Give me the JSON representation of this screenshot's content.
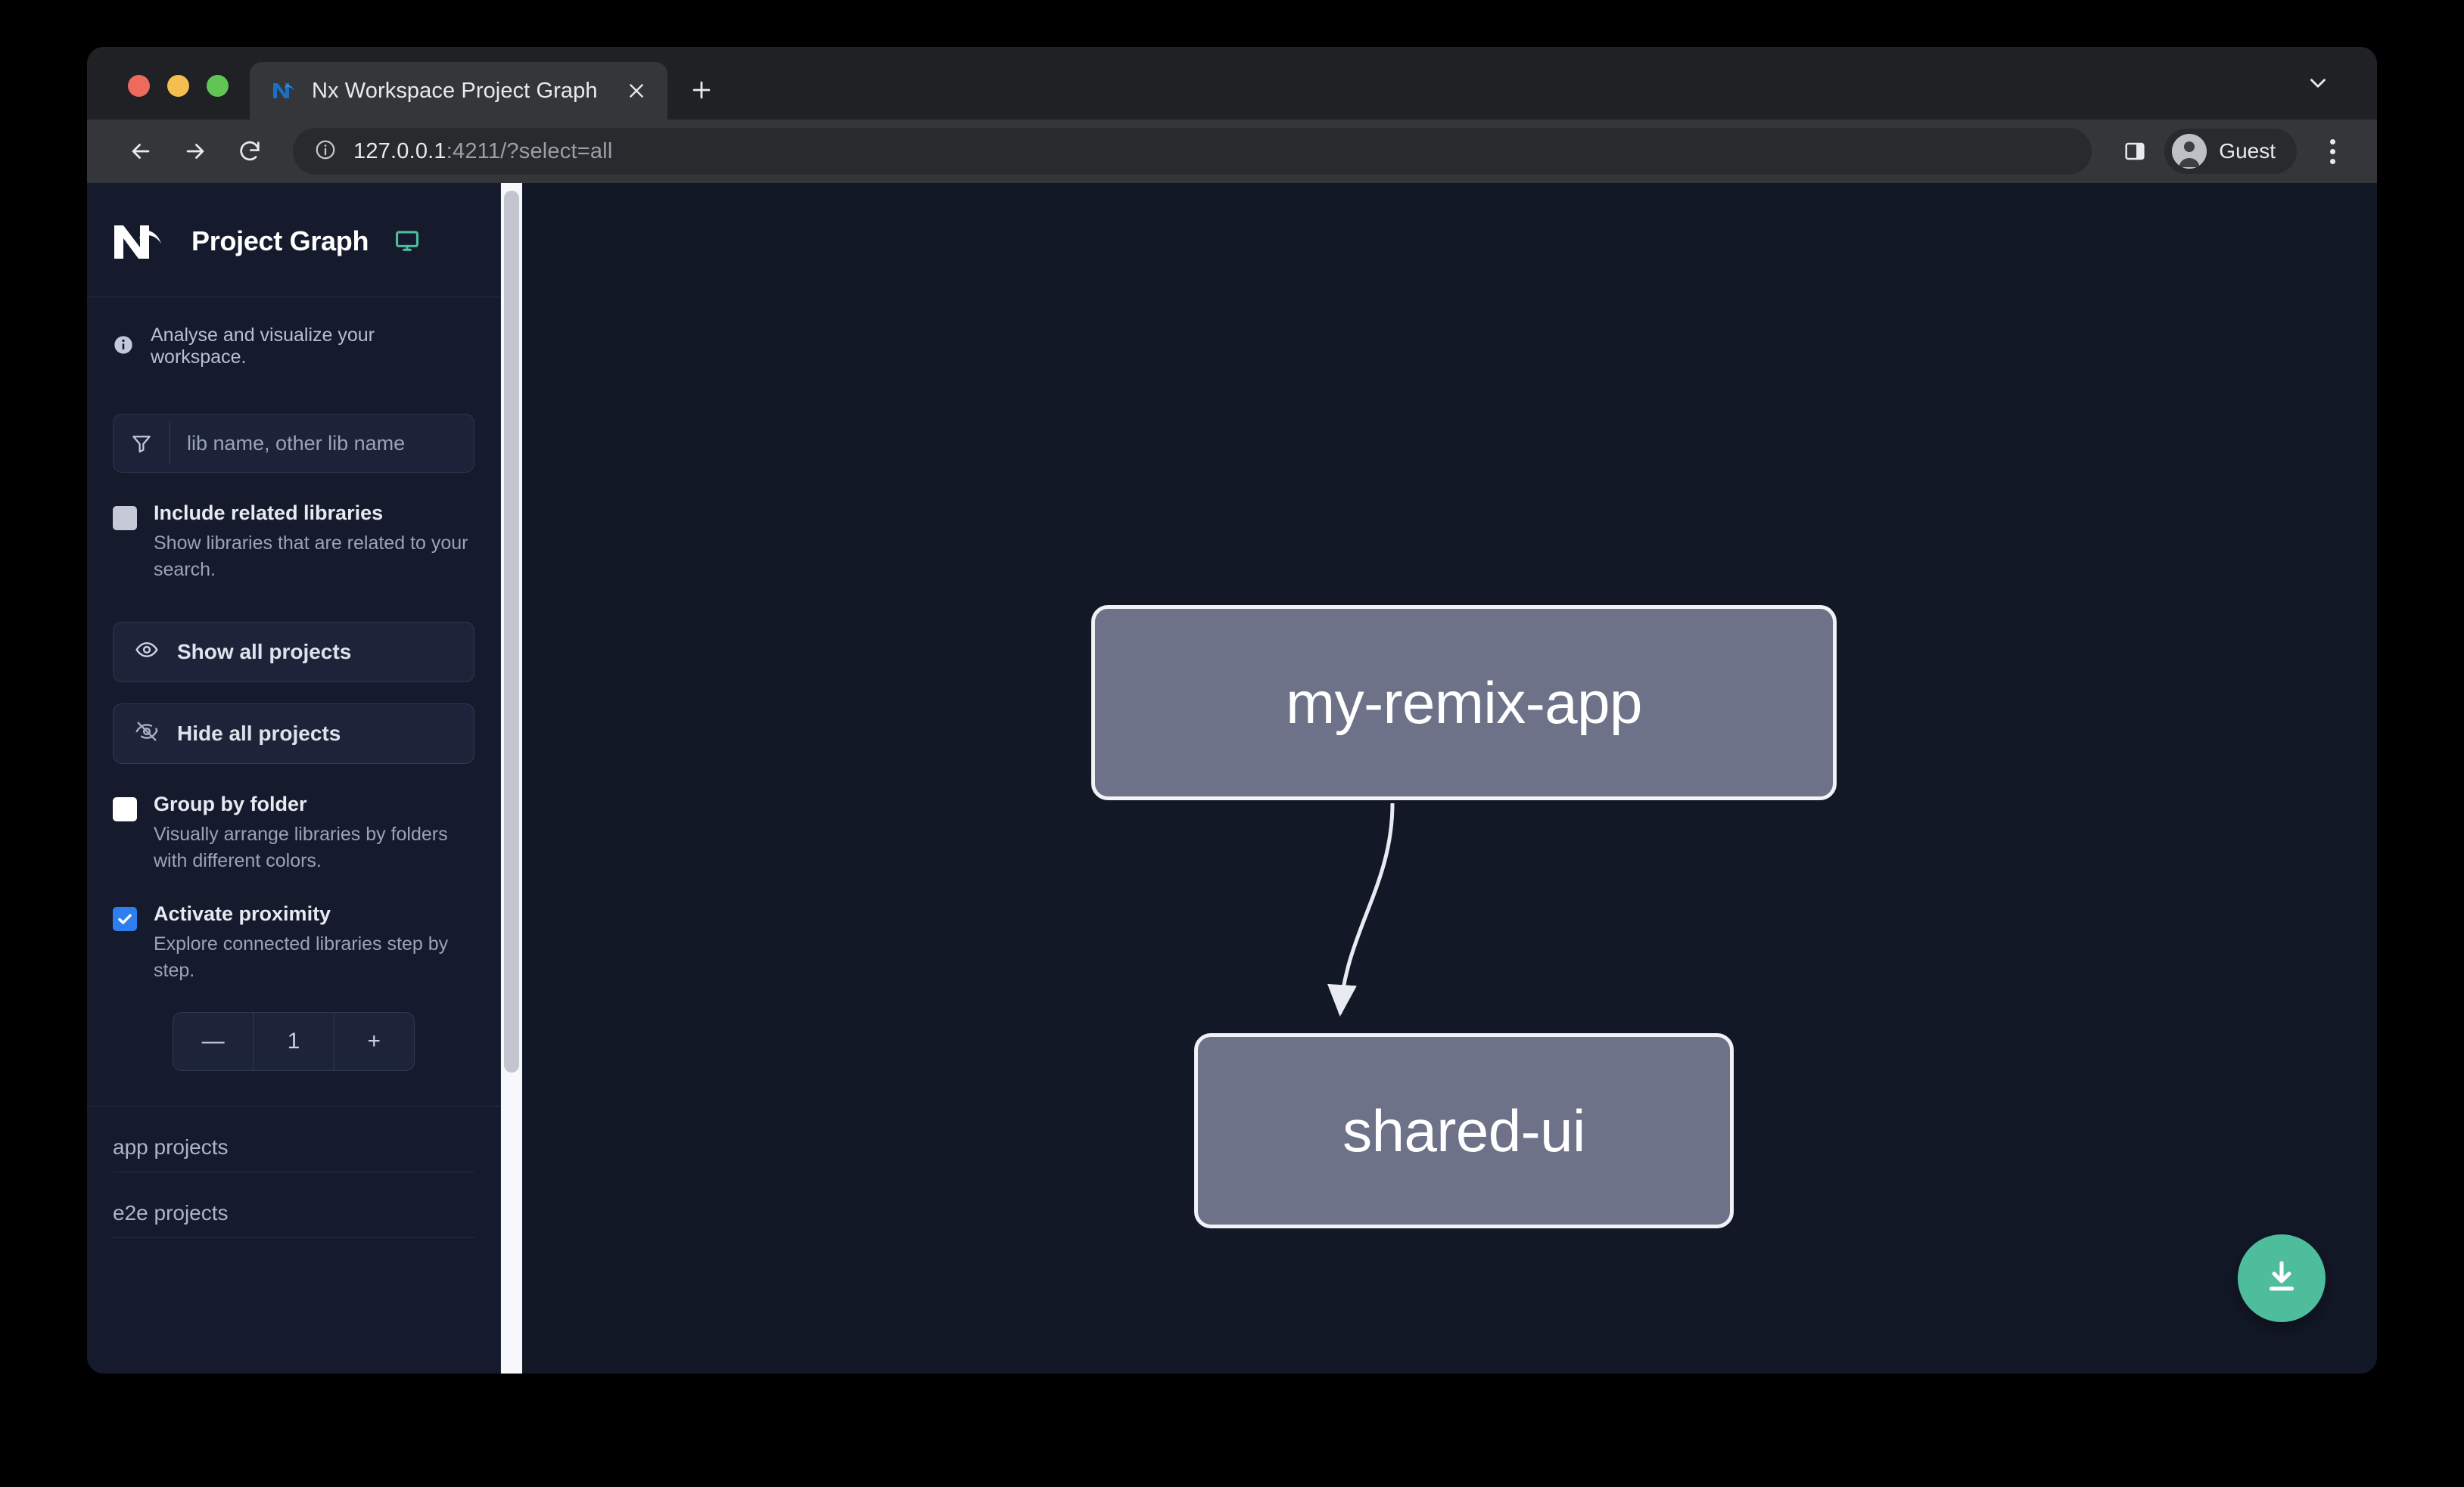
{
  "browser": {
    "tab": {
      "title": "Nx Workspace Project Graph",
      "favicon": "nx-logo-icon",
      "close_icon": "close-icon"
    },
    "new_tab_icon": "plus-icon",
    "tabstrip_chevron_icon": "chevron-down-icon",
    "toolbar": {
      "back_icon": "back-arrow-icon",
      "forward_icon": "forward-arrow-icon",
      "reload_icon": "reload-icon",
      "site_info_icon": "info-circle-icon",
      "url_host": "127.0.0.1",
      "url_rest": ":4211/?select=all",
      "side_panel_icon": "side-panel-icon",
      "profile_label": "Guest",
      "profile_icon": "account-avatar-icon",
      "menu_icon": "kebab-menu-icon"
    }
  },
  "sidebar": {
    "logo_icon": "nx-logo-icon",
    "title": "Project Graph",
    "monitor_icon": "monitor-icon",
    "monitor_color": "#4dbd9b",
    "info_icon": "info-circle-icon",
    "tagline": "Analyse and visualize your workspace.",
    "filter": {
      "icon": "filter-funnel-icon",
      "placeholder": "lib name, other lib name",
      "value": ""
    },
    "options": [
      {
        "id": "include-related-libraries",
        "title": "Include related libraries",
        "description": "Show libraries that are related to your search.",
        "checked": false,
        "style": "grey"
      },
      {
        "id": "group-by-folder",
        "title": "Group by folder",
        "description": "Visually arrange libraries by folders with different colors.",
        "checked": false,
        "style": "white"
      },
      {
        "id": "activate-proximity",
        "title": "Activate proximity",
        "description": "Explore connected libraries step by step.",
        "checked": true,
        "style": "blue"
      }
    ],
    "buttons": {
      "show_all": {
        "label": "Show all projects",
        "icon": "eye-icon"
      },
      "hide_all": {
        "label": "Hide all projects",
        "icon": "eye-off-icon"
      }
    },
    "proximity_stepper": {
      "decrement_label": "—",
      "value": "1",
      "increment_label": "+"
    },
    "project_sections": [
      {
        "id": "app-projects",
        "label": "app projects"
      },
      {
        "id": "e2e-projects",
        "label": "e2e projects"
      }
    ],
    "scrollbar": {
      "visible": true
    }
  },
  "graph": {
    "background_color": "#131827",
    "node_fill": "#6d7288",
    "node_border": "#f1f2f6",
    "nodes": [
      {
        "id": "my-remix-app",
        "label": "my-remix-app",
        "type": "app"
      },
      {
        "id": "shared-ui",
        "label": "shared-ui",
        "type": "lib"
      }
    ],
    "edges": [
      {
        "from": "my-remix-app",
        "to": "shared-ui",
        "directed": true
      }
    ],
    "download_button": {
      "icon": "download-icon",
      "color": "#4dbd9b"
    }
  }
}
